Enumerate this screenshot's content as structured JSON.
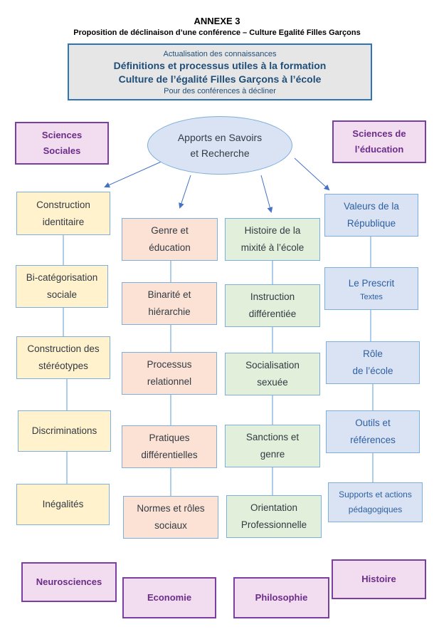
{
  "title": "ANNEXE 3",
  "subtitle": "Proposition de déclinaison d’une conférence – Culture Egalité Filles Garçons",
  "header_box": {
    "line1": "Actualisation des connaissances",
    "line2": "Définitions et processus utiles à la formation",
    "line3": "Culture de l’égalité Filles Garçons à l’école",
    "line4": "Pour des conférences à décliner"
  },
  "center": {
    "line1": "Apports en Savoirs",
    "line2": "et Recherche"
  },
  "disciplines_top": {
    "left": {
      "line1": "Sciences",
      "line2": "Sociales"
    },
    "right": {
      "line1": "Sciences de",
      "line2": "l’éducation"
    }
  },
  "columns": [
    {
      "items": [
        {
          "lines": [
            "Construction",
            "identitaire"
          ]
        },
        {
          "lines": [
            "Bi-catégorisation",
            "sociale"
          ]
        },
        {
          "lines": [
            "Construction des",
            "stéréotypes"
          ]
        },
        {
          "lines": [
            "Discriminations"
          ]
        },
        {
          "lines": [
            "Inégalités"
          ]
        }
      ]
    },
    {
      "items": [
        {
          "lines": [
            "Genre et",
            "éducation"
          ]
        },
        {
          "lines": [
            "Binarité et",
            "hiérarchie"
          ]
        },
        {
          "lines": [
            "Processus",
            "relationnel"
          ]
        },
        {
          "lines": [
            "Pratiques",
            "différentielles"
          ]
        },
        {
          "lines": [
            "Normes et rôles",
            "sociaux"
          ]
        }
      ]
    },
    {
      "items": [
        {
          "lines": [
            "Histoire de la",
            "mixité à l’école"
          ]
        },
        {
          "lines": [
            "Instruction",
            "différentiée"
          ]
        },
        {
          "lines": [
            "Socialisation",
            "sexuée"
          ]
        },
        {
          "lines": [
            "Sanctions et",
            "genre"
          ]
        },
        {
          "lines": [
            "Orientation",
            "Professionnelle"
          ]
        }
      ]
    },
    {
      "items": [
        {
          "lines": [
            "Valeurs de la",
            "République"
          ]
        },
        {
          "lines": [
            "Le Prescrit"
          ],
          "sub": "Textes"
        },
        {
          "lines": [
            "Rôle",
            "de l’école"
          ]
        },
        {
          "lines": [
            "Outils et",
            "références"
          ]
        },
        {
          "lines": [
            "Supports et actions",
            "pédagogiques"
          ]
        }
      ]
    }
  ],
  "disciplines_bottom": {
    "neurosciences": "Neurosciences",
    "economie": "Economie",
    "philosophie": "Philosophie",
    "histoire": "Histoire"
  }
}
